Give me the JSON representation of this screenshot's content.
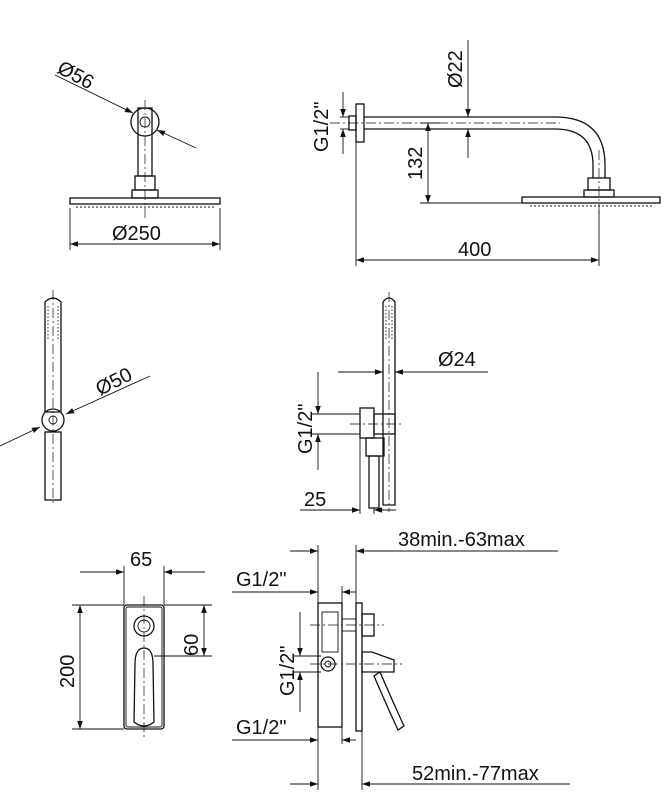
{
  "views": {
    "head_front": {
      "diameter_head": "Ø250",
      "diameter_flange": "Ø56"
    },
    "head_side": {
      "thread": "G1/2\"",
      "diameter_arm": "Ø22",
      "height_drop": "132",
      "length_arm": "400"
    },
    "hand_front": {
      "diameter_flange": "Ø50"
    },
    "hand_side": {
      "thread": "G1/2\"",
      "diameter_handle": "Ø24",
      "offset": "25"
    },
    "mixer_front": {
      "width": "65",
      "height": "200",
      "offset": "60"
    },
    "mixer_side": {
      "depth_top": "38min.-63max",
      "thread_top": "G1/2\"",
      "thread_mid": "G1/2\"",
      "thread_bottom": "G1/2\"",
      "depth_bottom": "52min.-77max"
    }
  }
}
